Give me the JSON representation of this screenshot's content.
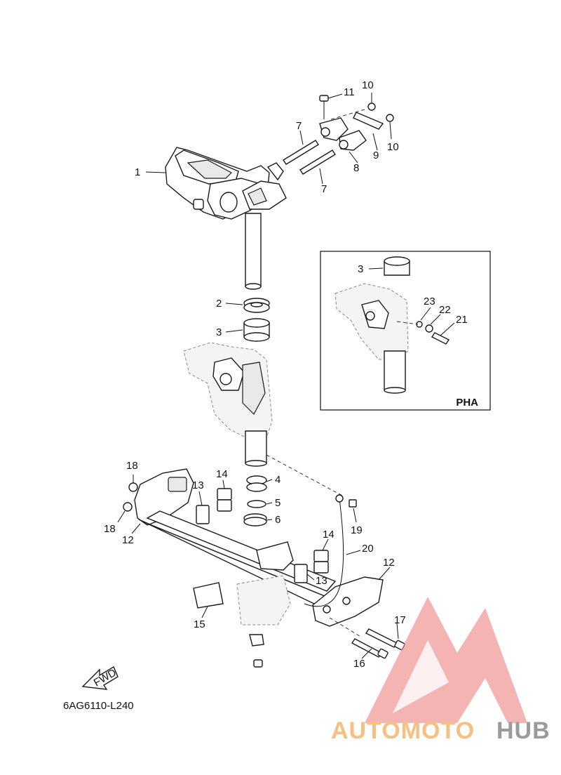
{
  "diagram_code": "6AG6110-L240",
  "inset_label": "PHA",
  "fwd_label": "FWD",
  "watermark": {
    "part1": "AUTOMOTO",
    "part2": "HUB",
    "color1": "#f6b56b",
    "color2": "#8a8a8a",
    "logo_color": "#f08a8a"
  },
  "callouts": [
    "1",
    "2",
    "3",
    "4",
    "5",
    "6",
    "7",
    "7",
    "8",
    "9",
    "10",
    "10",
    "11",
    "12",
    "12",
    "13",
    "13",
    "14",
    "14",
    "15",
    "16",
    "17",
    "18",
    "18",
    "19",
    "20",
    "3",
    "21",
    "22",
    "23"
  ]
}
